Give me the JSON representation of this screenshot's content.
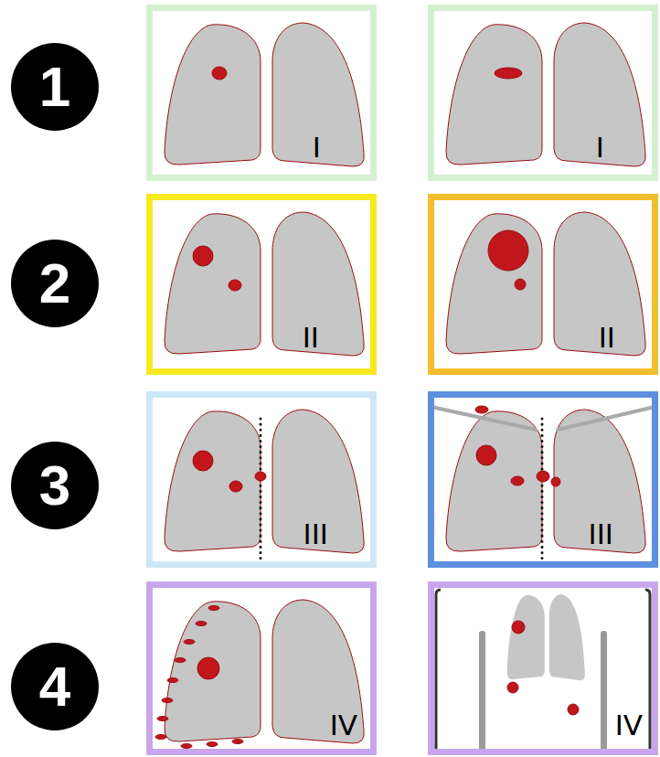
{
  "diagram": {
    "nodes": [
      {
        "text": [
          "1"
        ]
      },
      {
        "text": [
          "I"
        ]
      },
      {
        "text": [
          "I"
        ]
      },
      {
        "text": [
          "2"
        ]
      },
      {
        "text": [
          "II"
        ]
      },
      {
        "text": [
          "II"
        ]
      },
      {
        "text": [
          "3"
        ]
      },
      {
        "text": [
          "III"
        ]
      },
      {
        "text": [
          "III"
        ]
      },
      {
        "text": [
          "4"
        ]
      },
      {
        "text": [
          "IV"
        ]
      },
      {
        "text": [
          "IV"
        ]
      }
    ]
  }
}
